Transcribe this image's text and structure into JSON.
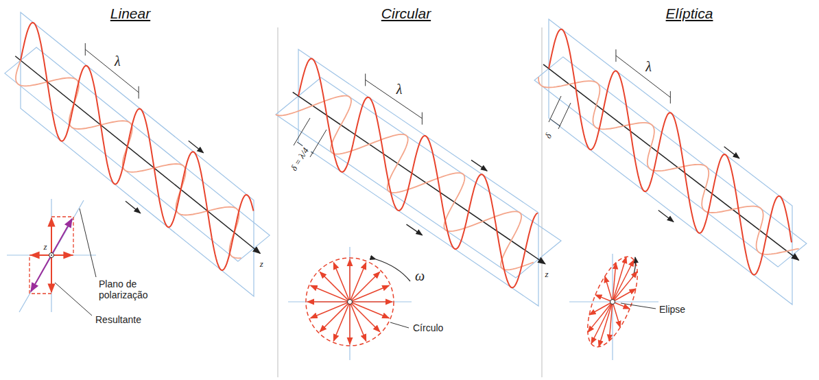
{
  "diagram": {
    "labels": [
      "Linear",
      "Circular",
      "Elíptica",
      "λ",
      "z",
      "z",
      "Plano de polarização",
      "Resultante",
      "λ",
      "δ = λ/4",
      "z",
      "ω",
      "Círculo",
      "λ",
      "δ",
      "Elipse"
    ]
  }
}
